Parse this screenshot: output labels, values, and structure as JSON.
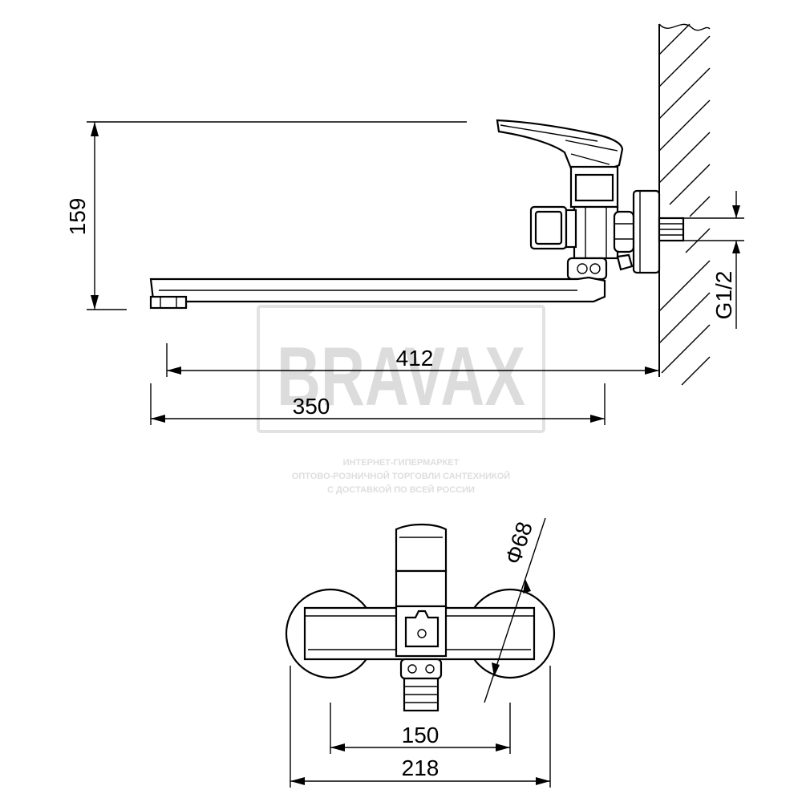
{
  "watermark": {
    "brand": "BRAVAX",
    "lines": [
      "ИНТЕРНЕТ-ГИПЕРМАРКЕТ",
      "ОПТОВО-РОЗНИЧНОЙ ТОРГОВЛИ САНТЕХНИКОЙ",
      "С ДОСТАВКОЙ ПО ВСЕЙ РОССИИ"
    ]
  },
  "side_view": {
    "dimensions": {
      "height": "159",
      "spout_reach": "412",
      "spout_length": "350",
      "thread": "G1/2"
    }
  },
  "front_view": {
    "dimensions": {
      "flange_diameter": "Φ68",
      "center_distance": "150",
      "overall_width": "218"
    }
  }
}
